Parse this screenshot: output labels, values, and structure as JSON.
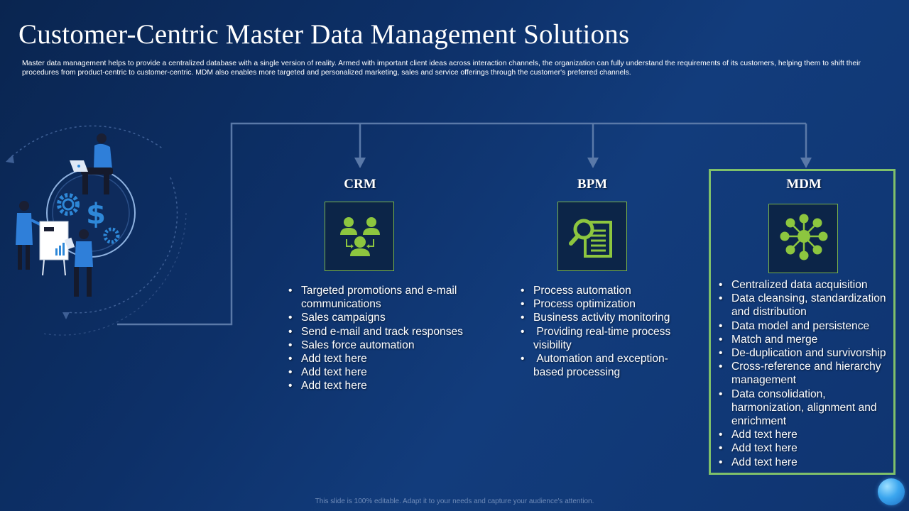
{
  "title": "Customer-Centric Master Data Management Solutions",
  "subtitle": "Master data management helps to provide a centralized database with a single version of reality. Armed with important client ideas across interaction channels, the organization can fully understand the requirements of its customers, helping them to shift their procedures from product-centric to customer-centric. MDM also enables more targeted and personalized marketing, sales and service offerings through the customer's preferred channels.",
  "columns": [
    {
      "heading": "CRM",
      "icon": "people-network-icon",
      "items": [
        "Targeted promotions and e-mail communications",
        "Sales campaigns",
        "Send e-mail and track responses",
        "Sales force automation",
        "Add text here",
        "Add text here",
        "Add text here"
      ]
    },
    {
      "heading": "BPM",
      "icon": "magnifier-document-icon",
      "items": [
        "Process automation",
        "Process optimization",
        "Business activity monitoring",
        " Providing real-time process visibility",
        " Automation and exception-based processing"
      ]
    },
    {
      "heading": "MDM",
      "icon": "network-hub-icon",
      "items": [
        "Centralized data acquisition",
        "Data cleansing, standardization and distribution",
        "Data model and persistence",
        "Match and merge",
        "De-duplication and survivorship",
        "Cross-reference and hierarchy management",
        "Data consolidation, harmonization, alignment and enrichment",
        "Add text here",
        "Add text here",
        "Add text here"
      ]
    }
  ],
  "footer": "This slide is 100% editable. Adapt it to your needs and capture your audience's attention.",
  "colors": {
    "accent_green": "#7ab34a",
    "icon_green": "#8dc63f",
    "connector": "#5a79a8",
    "background": "#0d3068"
  },
  "illustration": "business-team-finance-illustration"
}
